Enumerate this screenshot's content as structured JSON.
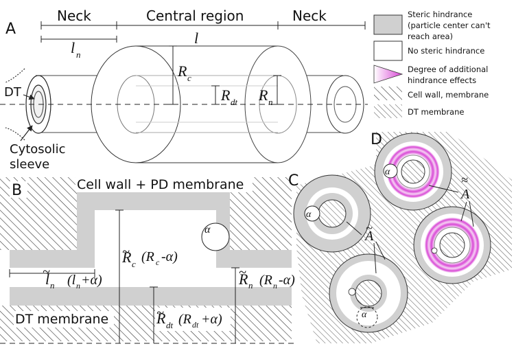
{
  "panels": {
    "a": "A",
    "b": "B",
    "c": "C",
    "d": "D"
  },
  "panel_a": {
    "neck_left": "Neck",
    "central_region": "Central region",
    "neck_right": "Neck",
    "l": "l",
    "ln": "l",
    "ln_sub": "n",
    "rc": "R",
    "rc_sub": "c",
    "rdt": "R",
    "rdt_sub": "dt",
    "rn": "R",
    "rn_sub": "n",
    "dt": "DT",
    "sleeve_1": "Cytosolic",
    "sleeve_2": "sleeve"
  },
  "panel_b": {
    "cell_wall": "Cell wall + PD membrane",
    "dt_membrane": "DT membrane",
    "alpha": "α",
    "rc_tilde": "R",
    "rc_tilde_sub": "c",
    "rc_paren": "(R",
    "rc_paren_sub": "c",
    "rc_paren_end": "-α)",
    "ln_tilde": "l",
    "ln_tilde_sub": "n",
    "ln_paren": "(l",
    "ln_paren_sub": "n",
    "ln_paren_end": "+α)",
    "rn_tilde": "R",
    "rn_tilde_sub": "n",
    "rn_paren": "(R",
    "rn_paren_sub": "n",
    "rn_paren_end": "-α)",
    "rdt_tilde": "R",
    "rdt_tilde_sub": "dt",
    "rdt_paren": "(R",
    "rdt_paren_sub": "dt",
    "rdt_paren_end": "+α)"
  },
  "panel_c": {
    "a_tilde": "A",
    "alpha": "α"
  },
  "panel_d": {
    "a_double_tilde": "A",
    "alpha": "α",
    "alpha_bottom": "α"
  },
  "legend": [
    {
      "kind": "steric",
      "lines": [
        "Steric hindrance",
        "(particle center can't",
        "reach area)"
      ]
    },
    {
      "kind": "none",
      "lines": [
        "No steric hindrance"
      ]
    },
    {
      "kind": "additional",
      "lines": [
        "Degree of additional",
        "hindrance effects"
      ]
    },
    {
      "kind": "wall",
      "lines": [
        "Cell wall, membrane"
      ]
    },
    {
      "kind": "dt",
      "lines": [
        "DT membrane"
      ]
    }
  ],
  "colors": {
    "steric": "#d0d0d0",
    "magenta": "#d94ad6",
    "line": "#222222"
  }
}
